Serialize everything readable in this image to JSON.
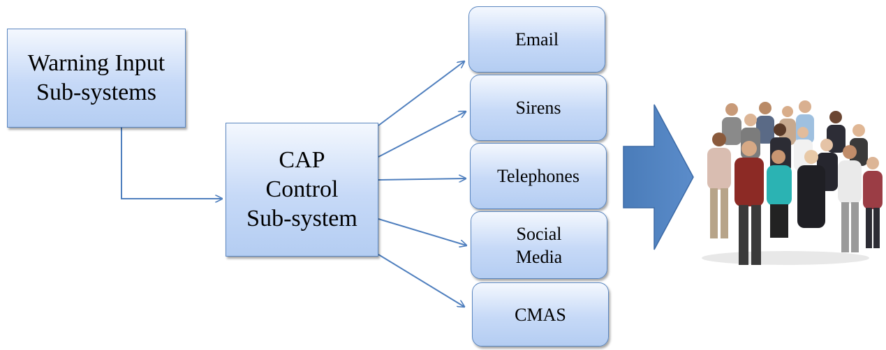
{
  "diagram": {
    "input_box": "Warning Input\nSub-systems",
    "control_box": "CAP\nControl\nSub-system",
    "channels": [
      "Email",
      "Sirens",
      "Telephones",
      "Social\nMedia",
      "CMAS"
    ],
    "recipients_image": "group-of-people-photo"
  },
  "colors": {
    "box_fill_top": "#f4f8fe",
    "box_fill_bottom": "#b4cdf2",
    "box_border": "#5a86c0",
    "connector": "#4f7fbe",
    "big_arrow": "#4f81bd"
  }
}
